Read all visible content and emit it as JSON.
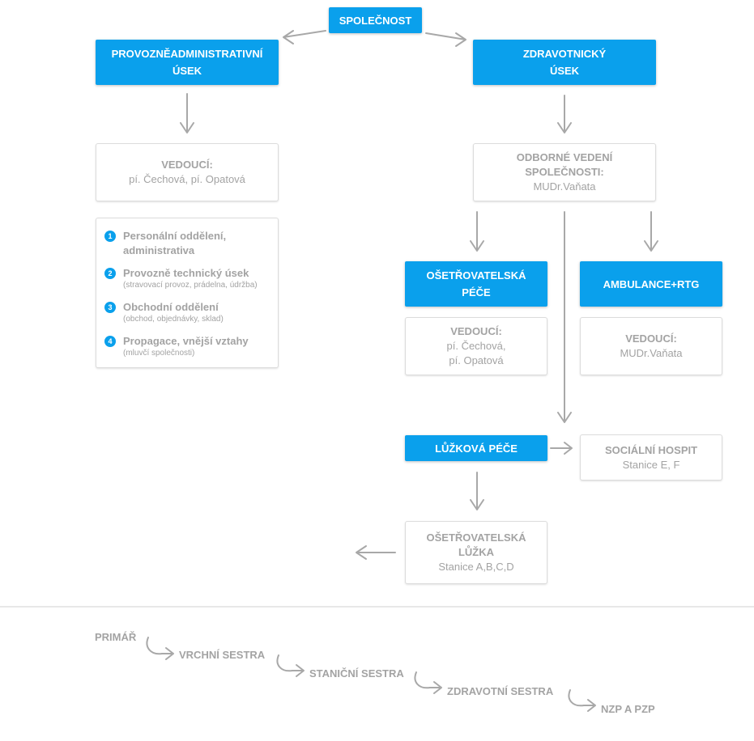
{
  "top": {
    "label": "SPOLEČNOST"
  },
  "left_dept": {
    "line1": "PROVOZNĚADMINISTRATIVNÍ",
    "line2": "ÚSEK"
  },
  "right_dept": {
    "line1": "ZDRAVOTNICKÝ",
    "line2": "ÚSEK"
  },
  "left_lead": {
    "title": "VEDOUCÍ:",
    "names": "pí. Čechová, pí. Opatová"
  },
  "expert": {
    "line1": "ODBORNÉ VEDENÍ",
    "line2": "SPOLEČNOSTI:",
    "name": "MUDr.Vaňata"
  },
  "units": [
    {
      "num": "1",
      "title1": "Personální oddělení,",
      "title2": "administrativa",
      "sub": ""
    },
    {
      "num": "2",
      "title1": "Provozně technický úsek",
      "title2": "",
      "sub": "(stravovací provoz, prádelna, údržba)"
    },
    {
      "num": "3",
      "title1": "Obchodní oddělení",
      "title2": "",
      "sub": "(obchod, objednávky, sklad)"
    },
    {
      "num": "4",
      "title1": "Propagace, vnější vztahy",
      "title2": "",
      "sub": "(mluvčí společnosti)"
    }
  ],
  "nursing_care": {
    "line1": "OŠETŘOVATELSKÁ",
    "line2": "PÉČE"
  },
  "ambulance": {
    "label": "AMBULANCE+RTG"
  },
  "nursing_lead": {
    "title": "VEDOUCÍ:",
    "line1": "pí. Čechová,",
    "line2": "pí. Opatová"
  },
  "ambulance_lead": {
    "title": "VEDOUCÍ:",
    "name": "MUDr.Vaňata"
  },
  "bed_care": {
    "label": "LŮŽKOVÁ PÉČE"
  },
  "social": {
    "title": "SOCIÁLNÍ HOSPIT",
    "sub": "Stanice E, F"
  },
  "nursing_beds": {
    "line1": "OŠETŘOVATELSKÁ",
    "line2": "LŮŽKA",
    "sub": "Stanice  A,B,C,D"
  },
  "chain": [
    "PRIMÁŘ",
    "VRCHNÍ SESTRA",
    "STANIČNÍ SESTRA",
    "ZDRAVOTNÍ SESTRA",
    "NZP A PZP"
  ]
}
